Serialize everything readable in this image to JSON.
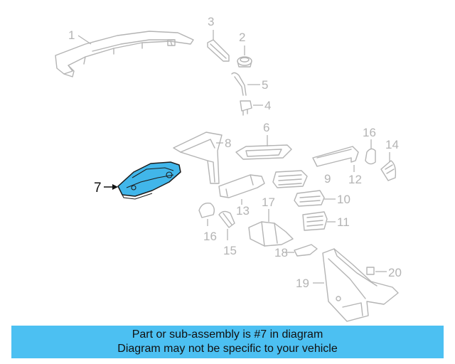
{
  "diagram": {
    "highlight_color": "#41b6ea",
    "callouts": {
      "c1": "1",
      "c2": "2",
      "c3": "3",
      "c4": "4",
      "c5": "5",
      "c6": "6",
      "c7": "7",
      "c8": "8",
      "c9": "9",
      "c10": "10",
      "c11": "11",
      "c12": "12",
      "c13": "13",
      "c14": "14",
      "c15": "15",
      "c16a": "16",
      "c16b": "16",
      "c17": "17",
      "c18": "18",
      "c19": "19",
      "c20": "20"
    }
  },
  "caption": {
    "background": "#4cc0f2",
    "line1": "Part or sub-assembly is #7 in diagram",
    "line2": "Diagram may not be specific to your vehicle"
  }
}
